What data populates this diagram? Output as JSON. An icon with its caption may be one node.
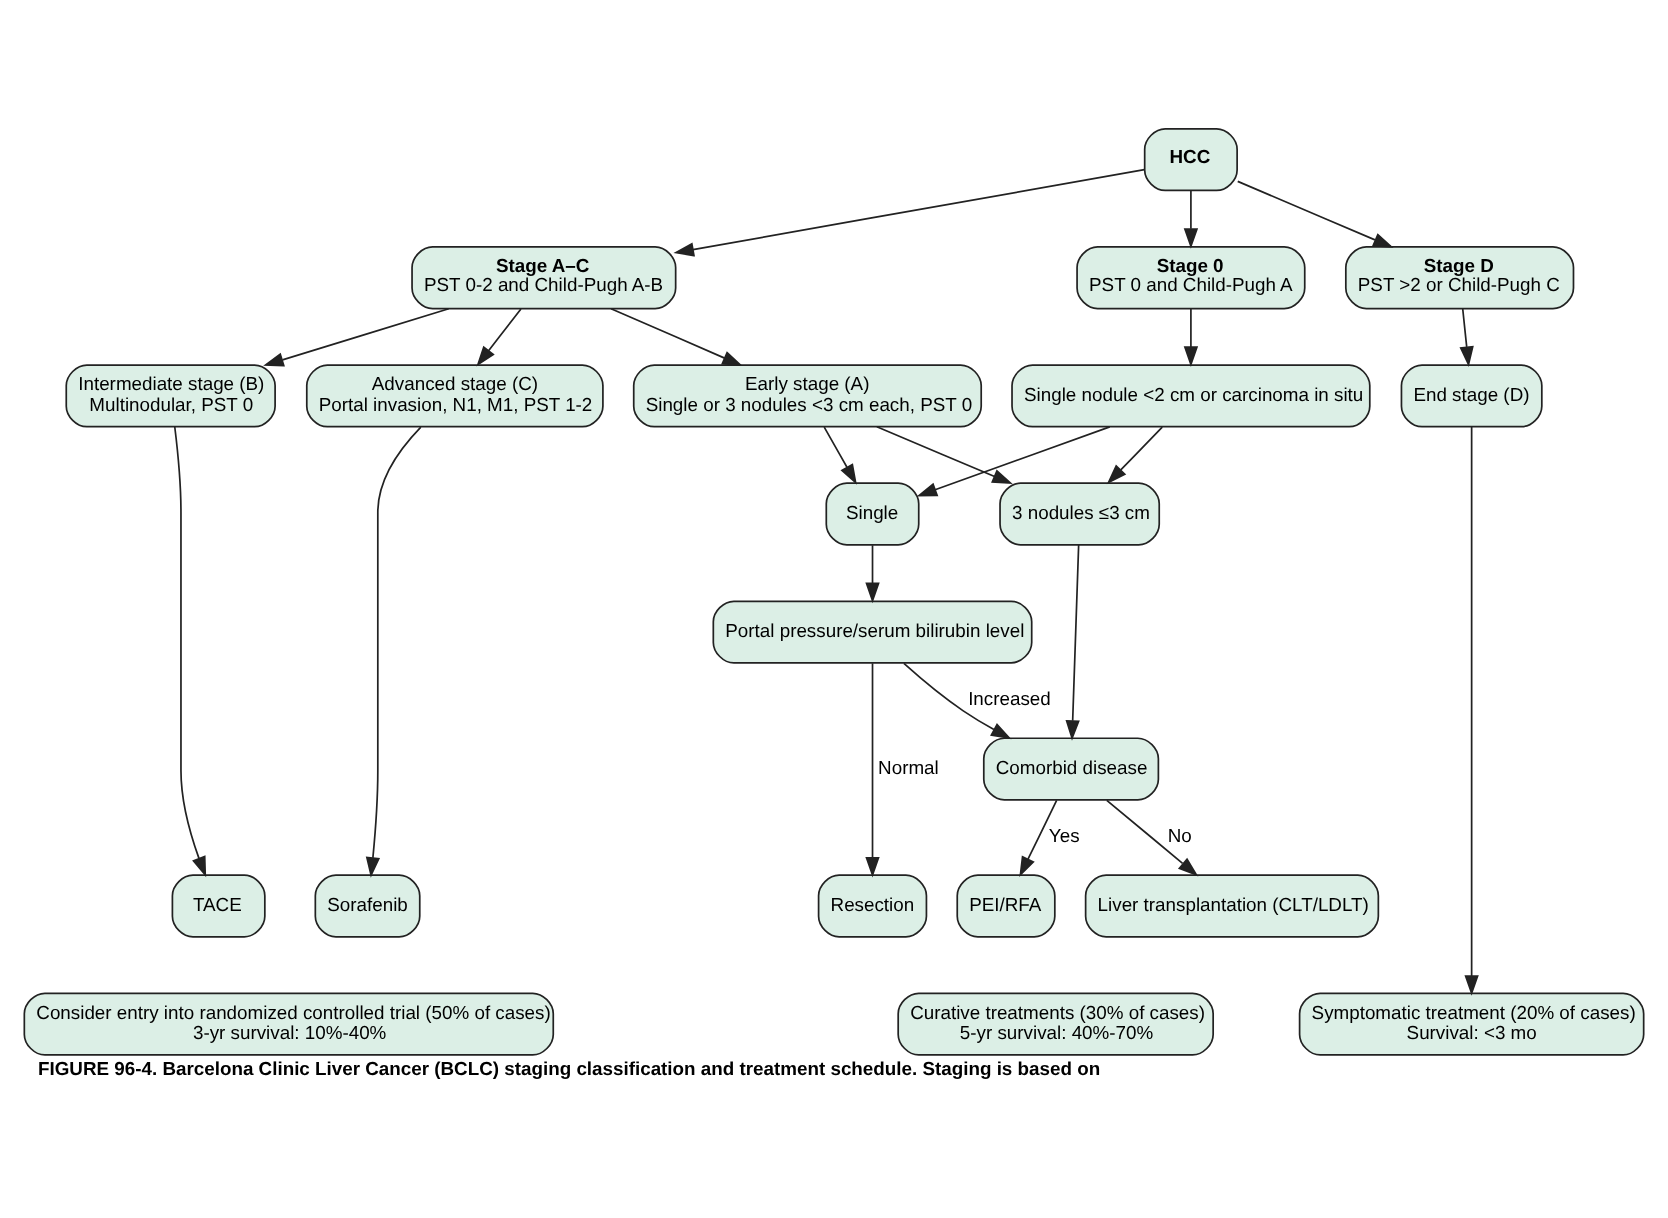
{
  "diagram": {
    "caption": "FIGURE 96-4. Barcelona Clinic Liver Cancer (BCLC) staging classification and treatment schedule. Staging is based on",
    "nodes": [
      {
        "text": [
          "HCC"
        ]
      },
      {
        "text": [
          "Stage 0",
          "PST 0 and Child-Pugh A"
        ]
      },
      {
        "text": [
          "Stage A–C",
          "PST 0-2 and Child-Pugh A-B"
        ]
      },
      {
        "text": [
          "Stage D",
          "PST >2 or Child-Pugh C"
        ]
      },
      {
        "text": [
          "Single nodule <2 cm or carcinoma in situ"
        ]
      },
      {
        "text": [
          "Early stage (A)",
          "Single or 3 nodules <3 cm each, PST 0"
        ]
      },
      {
        "text": [
          "Intermediate stage (B)",
          "Multinodular, PST 0"
        ]
      },
      {
        "text": [
          "Advanced stage (C)",
          "Portal invasion, N1, M1, PST 1-2"
        ]
      },
      {
        "text": [
          "End stage (D)"
        ]
      },
      {
        "text": [
          "Single"
        ]
      },
      {
        "text": [
          "3 nodules ≤3 cm"
        ]
      },
      {
        "text": [
          "Portal pressure/serum bilirubin level"
        ]
      },
      {
        "text": [
          "Comorbid disease"
        ]
      },
      {
        "text": [
          "Resection"
        ]
      },
      {
        "text": [
          "Liver transplantation (CLT/LDLT)"
        ]
      },
      {
        "text": [
          "PEI/RFA"
        ]
      },
      {
        "text": [
          "TACE"
        ]
      },
      {
        "text": [
          "Sorafenib"
        ]
      },
      {
        "text": [
          "Curative treatments (30% of cases)",
          "5-yr survival: 40%-70%"
        ]
      },
      {
        "text": [
          "Consider entry into randomized controlled trial (50% of cases)",
          "3-yr survival: 10%-40%"
        ]
      },
      {
        "text": [
          "Symptomatic treatment (20% of cases)",
          "Survival: <3 mo"
        ]
      }
    ],
    "edges": [
      {
        "from": 0,
        "to": 1,
        "arrow": "to"
      },
      {
        "from": 0,
        "to": 2,
        "arrow": "to"
      },
      {
        "from": 0,
        "to": 3,
        "arrow": "to"
      },
      {
        "from": 1,
        "to": 4,
        "arrow": "to"
      },
      {
        "from": 2,
        "to": 5,
        "arrow": "to"
      },
      {
        "from": 2,
        "to": 6,
        "arrow": "to"
      },
      {
        "from": 2,
        "to": 7,
        "arrow": "to"
      },
      {
        "from": 3,
        "to": 8,
        "arrow": "to"
      },
      {
        "from": 4,
        "to": 9,
        "arrow": "to"
      },
      {
        "from": 4,
        "to": 10,
        "arrow": "to"
      },
      {
        "from": 5,
        "to": 9,
        "arrow": "to"
      },
      {
        "from": 5,
        "to": 10,
        "arrow": "to"
      },
      {
        "from": 9,
        "to": 11,
        "arrow": "to"
      },
      {
        "from": 10,
        "to": 12,
        "arrow": "to"
      },
      {
        "from": 11,
        "to": 12,
        "arrow": "to",
        "label": "Increased"
      },
      {
        "from": 11,
        "to": 13,
        "arrow": "to",
        "label": "Normal"
      },
      {
        "from": 12,
        "to": 14,
        "arrow": "to",
        "label": "No"
      },
      {
        "from": 12,
        "to": 15,
        "arrow": "to",
        "label": "Yes"
      },
      {
        "from": 6,
        "to": 16,
        "arrow": "to"
      },
      {
        "from": 7,
        "to": 17,
        "arrow": "to"
      },
      {
        "from": 8,
        "to": 20,
        "arrow": "to"
      }
    ]
  }
}
